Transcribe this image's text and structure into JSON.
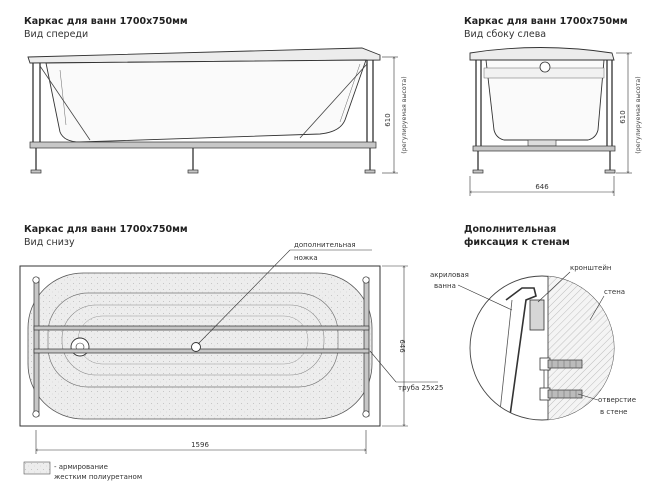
{
  "front_view": {
    "title": "Каркас для ванн 1700х750мм",
    "subtitle": "Вид спереди",
    "dim_height": "610",
    "dim_height_note": "(регулируемая высота)"
  },
  "side_view": {
    "title": "Каркас для ванн 1700х750мм",
    "subtitle": "Вид сбоку слева",
    "dim_width": "646",
    "dim_height": "610",
    "dim_height_note": "(регулируемая высота)"
  },
  "bottom_view": {
    "title": "Каркас для ванн 1700х750мм",
    "subtitle": "Вид снизу",
    "callout_leg": [
      "дополнительная",
      "ножка"
    ],
    "callout_pipe": "труба 25х25",
    "dim_length": "1596",
    "dim_width": "646"
  },
  "wall_detail": {
    "title_line1": "Дополнительная",
    "title_line2": "фиксация к стенам",
    "label_acrylic": [
      "акриловая",
      "ванна"
    ],
    "label_bracket": "кронштейн",
    "label_wall": "стена",
    "label_hole": [
      "отверстие",
      "в стене"
    ]
  },
  "legend": {
    "line1": "- армирование",
    "line2": "жестким полиуретаном"
  }
}
